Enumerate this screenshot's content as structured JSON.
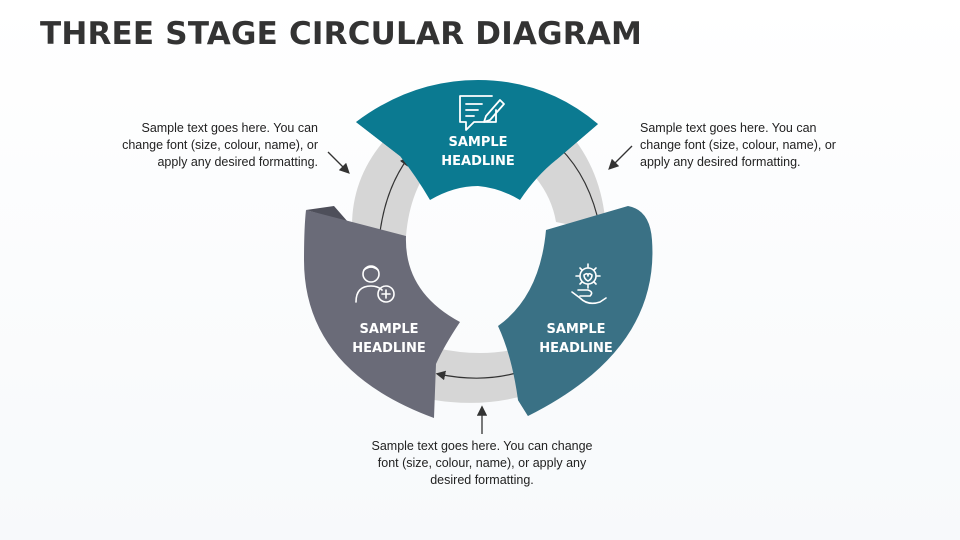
{
  "title": "THREE STAGE CIRCULAR DIAGRAM",
  "segments": [
    {
      "line1": "SAMPLE",
      "line2": "HEADLINE",
      "icon": "chat-edit-icon",
      "color": "#0b7a91"
    },
    {
      "line1": "SAMPLE",
      "line2": "HEADLINE",
      "icon": "hand-heart-gear-icon",
      "color": "#3a7185"
    },
    {
      "line1": "SAMPLE",
      "line2": "HEADLINE",
      "icon": "user-plus-icon",
      "color": "#6a6b78"
    }
  ],
  "notes": {
    "left": "Sample text goes here. You can change font (size, colour, name), or apply any desired formatting.",
    "right": "Sample text goes here. You can change font (size, colour, name), or apply any desired formatting.",
    "bottom": "Sample text goes here. You can change font (size, colour, name), or apply any desired formatting."
  },
  "colors": {
    "connector": "#d4d4d4",
    "title": "#333333"
  }
}
